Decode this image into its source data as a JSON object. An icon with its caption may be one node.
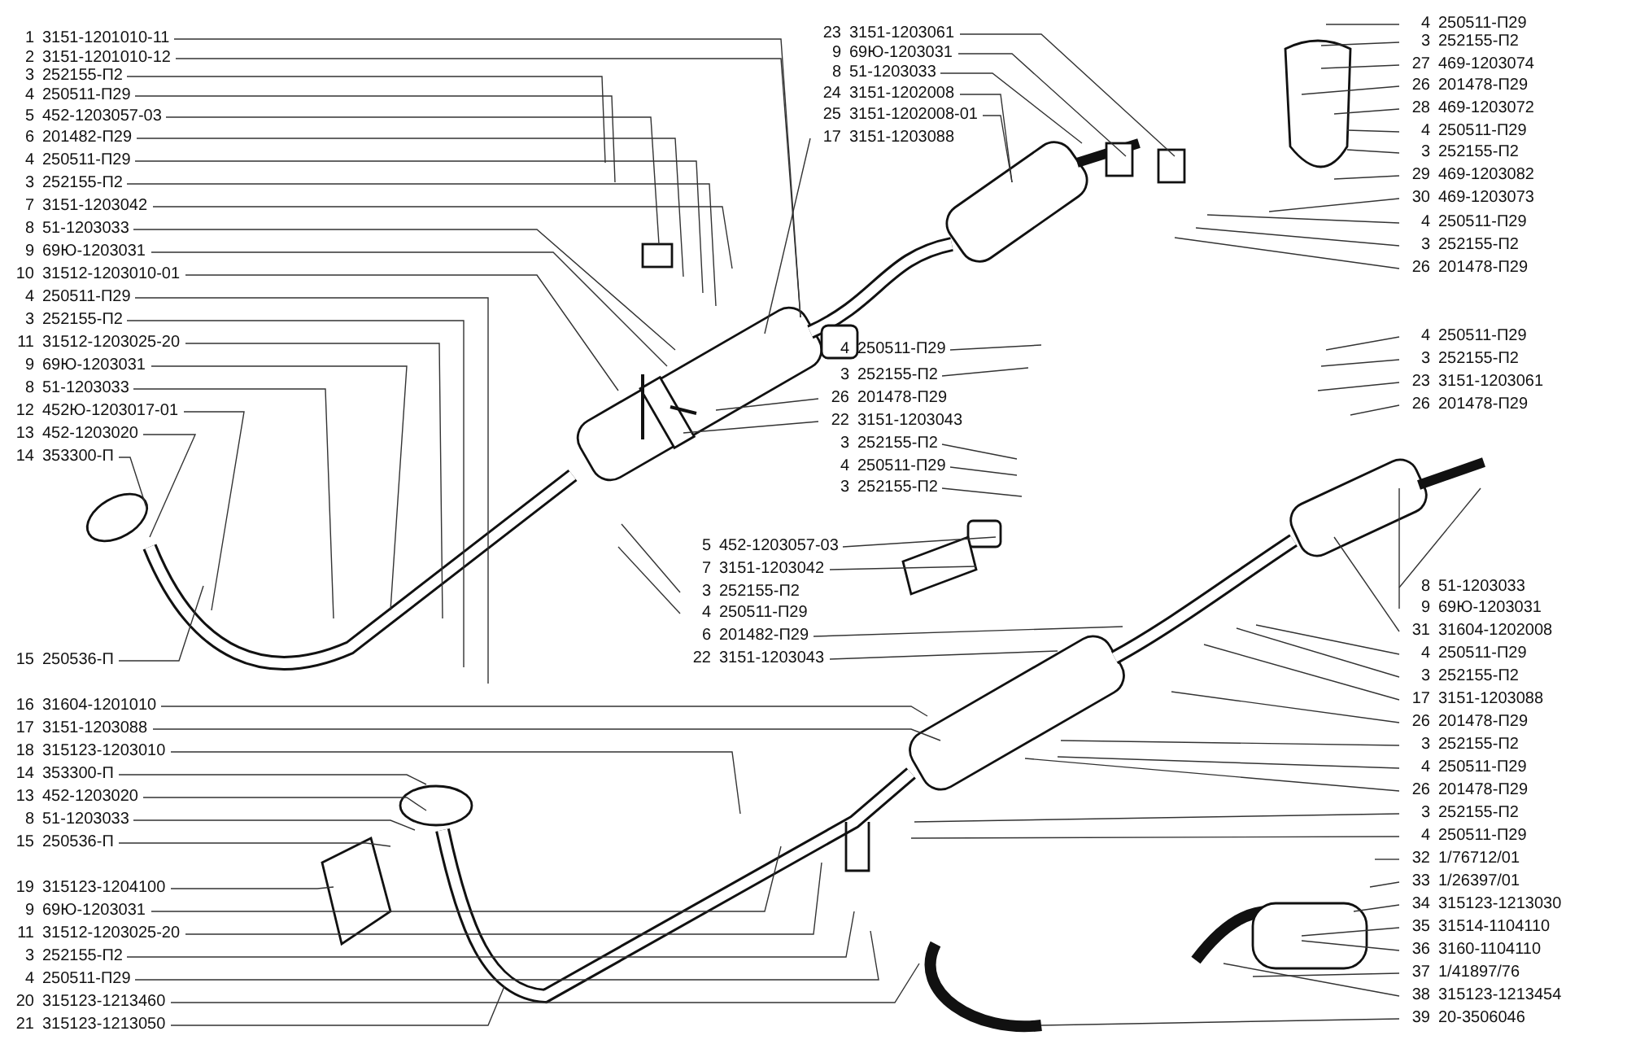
{
  "diagram": {
    "nodes": [
      {
        "text": [
          "1",
          "3151-1201010-11"
        ]
      },
      {
        "text": [
          "2",
          "3151-1201010-12"
        ]
      },
      {
        "text": [
          "3",
          "252155-П2"
        ]
      },
      {
        "text": [
          "4",
          "250511-П29"
        ]
      },
      {
        "text": [
          "5",
          "452-1203057-03"
        ]
      },
      {
        "text": [
          "6",
          "201482-П29"
        ]
      },
      {
        "text": [
          "4",
          "250511-П29"
        ]
      },
      {
        "text": [
          "3",
          "252155-П2"
        ]
      },
      {
        "text": [
          "7",
          "3151-1203042"
        ]
      },
      {
        "text": [
          "8",
          "51-1203033"
        ]
      },
      {
        "text": [
          "9",
          "69Ю-1203031"
        ]
      },
      {
        "text": [
          "10",
          "31512-1203010-01"
        ]
      },
      {
        "text": [
          "4",
          "250511-П29"
        ]
      },
      {
        "text": [
          "3",
          "252155-П2"
        ]
      },
      {
        "text": [
          "11",
          "31512-1203025-20"
        ]
      },
      {
        "text": [
          "9",
          "69Ю-1203031"
        ]
      },
      {
        "text": [
          "8",
          "51-1203033"
        ]
      },
      {
        "text": [
          "12",
          "452Ю-1203017-01"
        ]
      },
      {
        "text": [
          "13",
          "452-1203020"
        ]
      },
      {
        "text": [
          "14",
          "353300-П"
        ]
      },
      {
        "text": [
          "15",
          "250536-П"
        ]
      },
      {
        "text": [
          "16",
          "31604-1201010"
        ]
      },
      {
        "text": [
          "17",
          "3151-1203088"
        ]
      },
      {
        "text": [
          "18",
          "315123-1203010"
        ]
      },
      {
        "text": [
          "14",
          "353300-П"
        ]
      },
      {
        "text": [
          "13",
          "452-1203020"
        ]
      },
      {
        "text": [
          "8",
          "51-1203033"
        ]
      },
      {
        "text": [
          "15",
          "250536-П"
        ]
      },
      {
        "text": [
          "19",
          "315123-1204100"
        ]
      },
      {
        "text": [
          "9",
          "69Ю-1203031"
        ]
      },
      {
        "text": [
          "11",
          "31512-1203025-20"
        ]
      },
      {
        "text": [
          "3",
          "252155-П2"
        ]
      },
      {
        "text": [
          "4",
          "250511-П29"
        ]
      },
      {
        "text": [
          "20",
          "315123-1213460"
        ]
      },
      {
        "text": [
          "21",
          "315123-1213050"
        ]
      },
      {
        "text": [
          "23",
          "3151-1203061"
        ]
      },
      {
        "text": [
          "9",
          "69Ю-1203031"
        ]
      },
      {
        "text": [
          "8",
          "51-1203033"
        ]
      },
      {
        "text": [
          "24",
          "3151-1202008"
        ]
      },
      {
        "text": [
          "25",
          "3151-1202008-01"
        ]
      },
      {
        "text": [
          "17",
          "3151-1203088"
        ]
      },
      {
        "text": [
          "4",
          "250511-П29"
        ]
      },
      {
        "text": [
          "3",
          "252155-П2"
        ]
      },
      {
        "text": [
          "26",
          "201478-П29"
        ]
      },
      {
        "text": [
          "22",
          "3151-1203043"
        ]
      },
      {
        "text": [
          "3",
          "252155-П2"
        ]
      },
      {
        "text": [
          "4",
          "250511-П29"
        ]
      },
      {
        "text": [
          "3",
          "252155-П2"
        ]
      },
      {
        "text": [
          "5",
          "452-1203057-03"
        ]
      },
      {
        "text": [
          "7",
          "3151-1203042"
        ]
      },
      {
        "text": [
          "3",
          "252155-П2"
        ]
      },
      {
        "text": [
          "4",
          "250511-П29"
        ]
      },
      {
        "text": [
          "6",
          "201482-П29"
        ]
      },
      {
        "text": [
          "22",
          "3151-1203043"
        ]
      },
      {
        "text": [
          "4",
          "250511-П29"
        ]
      },
      {
        "text": [
          "3",
          "252155-П2"
        ]
      },
      {
        "text": [
          "27",
          "469-1203074"
        ]
      },
      {
        "text": [
          "26",
          "201478-П29"
        ]
      },
      {
        "text": [
          "28",
          "469-1203072"
        ]
      },
      {
        "text": [
          "4",
          "250511-П29"
        ]
      },
      {
        "text": [
          "3",
          "252155-П2"
        ]
      },
      {
        "text": [
          "29",
          "469-1203082"
        ]
      },
      {
        "text": [
          "30",
          "469-1203073"
        ]
      },
      {
        "text": [
          "4",
          "250511-П29"
        ]
      },
      {
        "text": [
          "3",
          "252155-П2"
        ]
      },
      {
        "text": [
          "26",
          "201478-П29"
        ]
      },
      {
        "text": [
          "4",
          "250511-П29"
        ]
      },
      {
        "text": [
          "3",
          "252155-П2"
        ]
      },
      {
        "text": [
          "23",
          "3151-1203061"
        ]
      },
      {
        "text": [
          "26",
          "201478-П29"
        ]
      },
      {
        "text": [
          "8",
          "51-1203033"
        ]
      },
      {
        "text": [
          "9",
          "69Ю-1203031"
        ]
      },
      {
        "text": [
          "31",
          "31604-1202008"
        ]
      },
      {
        "text": [
          "4",
          "250511-П29"
        ]
      },
      {
        "text": [
          "3",
          "252155-П2"
        ]
      },
      {
        "text": [
          "17",
          "3151-1203088"
        ]
      },
      {
        "text": [
          "26",
          "201478-П29"
        ]
      },
      {
        "text": [
          "3",
          "252155-П2"
        ]
      },
      {
        "text": [
          "4",
          "250511-П29"
        ]
      },
      {
        "text": [
          "26",
          "201478-П29"
        ]
      },
      {
        "text": [
          "3",
          "252155-П2"
        ]
      },
      {
        "text": [
          "4",
          "250511-П29"
        ]
      },
      {
        "text": [
          "32",
          "1/76712/01"
        ]
      },
      {
        "text": [
          "33",
          "1/26397/01"
        ]
      },
      {
        "text": [
          "34",
          "315123-1213030"
        ]
      },
      {
        "text": [
          "35",
          "31514-1104110"
        ]
      },
      {
        "text": [
          "36",
          "3160-1104110"
        ]
      },
      {
        "text": [
          "37",
          "1/41897/76"
        ]
      },
      {
        "text": [
          "38",
          "315123-1213454"
        ]
      },
      {
        "text": [
          "39",
          "20-3506046"
        ]
      }
    ],
    "edges": [
      {
        "from": 0,
        "to": null,
        "arrow": "none"
      },
      {
        "from": 1,
        "to": null,
        "arrow": "none"
      },
      {
        "from": 2,
        "to": null,
        "arrow": "none"
      },
      {
        "from": 3,
        "to": null,
        "arrow": "none"
      },
      {
        "from": 4,
        "to": null,
        "arrow": "none"
      },
      {
        "from": 5,
        "to": null,
        "arrow": "none"
      },
      {
        "from": 6,
        "to": null,
        "arrow": "none"
      },
      {
        "from": 7,
        "to": null,
        "arrow": "none"
      },
      {
        "from": 8,
        "to": null,
        "arrow": "none"
      },
      {
        "from": 9,
        "to": null,
        "arrow": "none"
      },
      {
        "from": 10,
        "to": null,
        "arrow": "none"
      },
      {
        "from": 11,
        "to": null,
        "arrow": "none"
      },
      {
        "from": 12,
        "to": null,
        "arrow": "none"
      },
      {
        "from": 13,
        "to": null,
        "arrow": "none"
      },
      {
        "from": 14,
        "to": null,
        "arrow": "none"
      },
      {
        "from": 15,
        "to": null,
        "arrow": "none"
      },
      {
        "from": 16,
        "to": null,
        "arrow": "none"
      },
      {
        "from": 17,
        "to": null,
        "arrow": "none"
      },
      {
        "from": 18,
        "to": null,
        "arrow": "none"
      },
      {
        "from": 19,
        "to": null,
        "arrow": "none"
      },
      {
        "from": 20,
        "to": null,
        "arrow": "none"
      },
      {
        "from": 21,
        "to": null,
        "arrow": "none"
      },
      {
        "from": 22,
        "to": null,
        "arrow": "none"
      },
      {
        "from": 23,
        "to": null,
        "arrow": "none"
      },
      {
        "from": 24,
        "to": null,
        "arrow": "none"
      },
      {
        "from": 25,
        "to": null,
        "arrow": "none"
      },
      {
        "from": 26,
        "to": null,
        "arrow": "none"
      },
      {
        "from": 27,
        "to": null,
        "arrow": "none"
      },
      {
        "from": 28,
        "to": null,
        "arrow": "none"
      },
      {
        "from": 29,
        "to": null,
        "arrow": "none"
      },
      {
        "from": 30,
        "to": null,
        "arrow": "none"
      },
      {
        "from": 31,
        "to": null,
        "arrow": "none"
      },
      {
        "from": 32,
        "to": null,
        "arrow": "none"
      },
      {
        "from": 33,
        "to": null,
        "arrow": "none"
      },
      {
        "from": 34,
        "to": null,
        "arrow": "none"
      },
      {
        "from": 35,
        "to": null,
        "arrow": "none"
      },
      {
        "from": 36,
        "to": null,
        "arrow": "none"
      },
      {
        "from": 37,
        "to": null,
        "arrow": "none"
      },
      {
        "from": 38,
        "to": null,
        "arrow": "none"
      },
      {
        "from": 39,
        "to": null,
        "arrow": "none"
      },
      {
        "from": 40,
        "to": null,
        "arrow": "none"
      },
      {
        "from": 41,
        "to": null,
        "arrow": "none"
      },
      {
        "from": 42,
        "to": null,
        "arrow": "none"
      },
      {
        "from": 43,
        "to": null,
        "arrow": "none"
      },
      {
        "from": 44,
        "to": null,
        "arrow": "none"
      },
      {
        "from": 45,
        "to": null,
        "arrow": "none"
      },
      {
        "from": 46,
        "to": null,
        "arrow": "none"
      },
      {
        "from": 47,
        "to": null,
        "arrow": "none"
      },
      {
        "from": 48,
        "to": null,
        "arrow": "none"
      },
      {
        "from": 49,
        "to": null,
        "arrow": "none"
      },
      {
        "from": 50,
        "to": null,
        "arrow": "none"
      },
      {
        "from": 51,
        "to": null,
        "arrow": "none"
      },
      {
        "from": 52,
        "to": null,
        "arrow": "none"
      },
      {
        "from": 53,
        "to": null,
        "arrow": "none"
      },
      {
        "from": 54,
        "to": null,
        "arrow": "none"
      },
      {
        "from": 55,
        "to": null,
        "arrow": "none"
      },
      {
        "from": 56,
        "to": null,
        "arrow": "none"
      },
      {
        "from": 57,
        "to": null,
        "arrow": "none"
      },
      {
        "from": 58,
        "to": null,
        "arrow": "none"
      },
      {
        "from": 59,
        "to": null,
        "arrow": "none"
      },
      {
        "from": 60,
        "to": null,
        "arrow": "none"
      },
      {
        "from": 61,
        "to": null,
        "arrow": "none"
      },
      {
        "from": 62,
        "to": null,
        "arrow": "none"
      },
      {
        "from": 63,
        "to": null,
        "arrow": "none"
      },
      {
        "from": 64,
        "to": null,
        "arrow": "none"
      },
      {
        "from": 65,
        "to": null,
        "arrow": "none"
      },
      {
        "from": 66,
        "to": null,
        "arrow": "none"
      },
      {
        "from": 67,
        "to": null,
        "arrow": "none"
      },
      {
        "from": 68,
        "to": null,
        "arrow": "none"
      },
      {
        "from": 69,
        "to": null,
        "arrow": "none"
      },
      {
        "from": 70,
        "to": null,
        "arrow": "none"
      },
      {
        "from": 71,
        "to": null,
        "arrow": "none"
      },
      {
        "from": 72,
        "to": null,
        "arrow": "none"
      },
      {
        "from": 73,
        "to": null,
        "arrow": "none"
      },
      {
        "from": 74,
        "to": null,
        "arrow": "none"
      },
      {
        "from": 75,
        "to": null,
        "arrow": "none"
      },
      {
        "from": 76,
        "to": null,
        "arrow": "none"
      },
      {
        "from": 77,
        "to": null,
        "arrow": "none"
      },
      {
        "from": 78,
        "to": null,
        "arrow": "none"
      },
      {
        "from": 79,
        "to": null,
        "arrow": "none"
      },
      {
        "from": 80,
        "to": null,
        "arrow": "none"
      },
      {
        "from": 81,
        "to": null,
        "arrow": "none"
      },
      {
        "from": 82,
        "to": null,
        "arrow": "none"
      },
      {
        "from": 83,
        "to": null,
        "arrow": "none"
      },
      {
        "from": 84,
        "to": null,
        "arrow": "none"
      },
      {
        "from": 85,
        "to": null,
        "arrow": "none"
      },
      {
        "from": 86,
        "to": null,
        "arrow": "none"
      },
      {
        "from": 87,
        "to": null,
        "arrow": "none"
      },
      {
        "from": 88,
        "to": null,
        "arrow": "none"
      },
      {
        "from": 89,
        "to": null,
        "arrow": "none"
      }
    ]
  }
}
